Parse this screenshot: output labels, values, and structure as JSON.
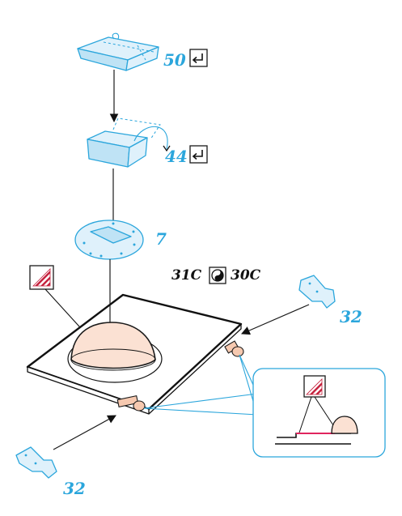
{
  "callouts": {
    "c50": "50",
    "c44": "44",
    "c7": "7",
    "c32_right": "32",
    "c32_left": "32"
  },
  "codes": {
    "left": "31C",
    "right": "30C"
  },
  "icons": {
    "return": "return-arrow-icon",
    "warning": "hatched-warning-icon",
    "yin_yang": "yin-yang-icon"
  },
  "colors": {
    "callout": "#2ba6dc",
    "part_fill": "#dff1fb",
    "skin": "#fbe1d3",
    "warning": "#c41e3a",
    "detail_line": "#e0245e"
  }
}
